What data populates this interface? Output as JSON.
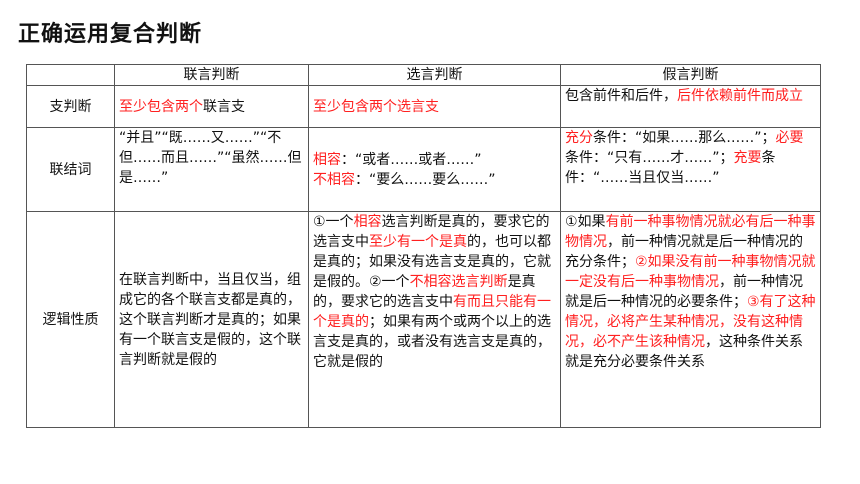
{
  "title": "正确运用复合判断",
  "headers": [
    "",
    "联言判断",
    "选言判断",
    "假言判断"
  ],
  "rows": {
    "branch": {
      "label": "支判断",
      "conj": "至少包含两个",
      "conj_tail": "联言支",
      "disj": "至少包含两个选言支",
      "hyp_a": "包含前件和后件，",
      "hyp_b": "后件依赖前件而成立"
    },
    "connective": {
      "label": "联结词",
      "conj": "“并且”“既……又……”“不但……而且……”“虽然……但是……”",
      "disj_1_key": "相容",
      "disj_1": "：“或者……或者……”",
      "disj_2_key": "不相容",
      "disj_2": "：“要么……要么……”",
      "hyp_1_key": "充分",
      "hyp_1": "条件：“如果……那么……”；",
      "hyp_2_key": "必要",
      "hyp_2": "条件：“只有……才……”；",
      "hyp_3_key": "充要",
      "hyp_3": "条件：“……当且仅当……”"
    },
    "logic": {
      "label": "逻辑性质",
      "conj": "在联言判断中，当且仅当，组成它的各个联言支都是真的，这个联言判断才是真的；如果有一个联言支是假的，这个联言判断就是假的",
      "disj_p1": "①一个",
      "disj_k1": "相容",
      "disj_p2": "选言判断是真的，要求它的选言支中",
      "disj_k2": "至少有一个是真",
      "disj_p3": "的，也可以都是真的；如果没有选言支是真的，它就是假的。②一个",
      "disj_k3": "不相容选言判断",
      "disj_p4": "是真的，要求它的选言支中",
      "disj_k4": "有而且只能有一个是真的",
      "disj_p5": "；如果有两个或两个以上的选言支是真的，或者没有选言支是真的，它就是假的",
      "hyp_p1": "①如果",
      "hyp_k1": "有前一种事物情况就必有后一种事物情况",
      "hyp_p2": "，前一种情况就是后一种情况的充分条件；",
      "hyp_k2": "②如果没有前一种事物情况就一定没有后一种事物情况",
      "hyp_p3": "，前一种情况就是后一种情况的必要条件；",
      "hyp_k3": "③有了这种情况，必将产生某种情况，没有这种情况，必不产生该种情况",
      "hyp_p4": "，这种条件关系就是充分必要条件关系"
    }
  },
  "colors": {
    "highlight": "#ff2020",
    "border": "#555555",
    "text": "#111111"
  }
}
